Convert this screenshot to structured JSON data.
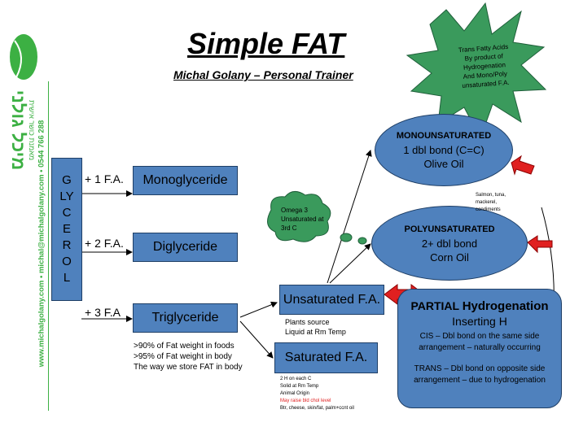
{
  "title": "Simple FAT",
  "subtitle": "Michal Golany – Personal Trainer",
  "logo": {
    "name_hebrew": "מיכל גולני",
    "tagline_hebrew": "מאמנת כושר אישית",
    "contact": "www.michalgolany.com • michal@michalgolany.com • 0544 766 288"
  },
  "glycerol": [
    "G",
    "LY",
    "C",
    "E",
    "R",
    "O",
    "L"
  ],
  "arrows": {
    "one": "+ 1 F.A.",
    "two": "+ 2 F.A.",
    "three": "+ 3 F.A"
  },
  "boxes": {
    "mono": "Monoglyceride",
    "di": "Diglyceride",
    "tri": "Triglyceride",
    "unsat": "Unsaturated F.A.",
    "sat": "Saturated F.A."
  },
  "tri_notes": [
    ">90% of Fat weight in foods",
    ">95% of Fat weight in body",
    "The way we store FAT in body"
  ],
  "unsat_notes": [
    "Plants source",
    "Liquid at Rm Temp"
  ],
  "sat_notes": [
    "2 H on each C",
    "Solid at Rm Temp",
    "Animal Origin",
    "May raise bld chol level",
    "Btr, cheese, skin/fat, palm+ccnt oil"
  ],
  "mono_ellipse": {
    "title": "MONOUNSATURATED",
    "line1": "1 dbl bond (C=C)",
    "line2": "Olive Oil"
  },
  "poly_ellipse": {
    "title": "POLYUNSATURATED",
    "line1": "2+ dbl bond",
    "line2": "Corn Oil"
  },
  "omega": [
    "Omega 3",
    "Unsaturated at",
    "3rd C"
  ],
  "salmon": [
    "Salmon, tuna,",
    "mackerel,",
    "condiments"
  ],
  "star": [
    "Trans Fatty Acids",
    "By product of",
    "Hydrogenation",
    "And Mono/Poly",
    "unsaturated F.A."
  ],
  "hydro": {
    "title_a": "PARTIAL ",
    "title_b": "Hydrogenation",
    "sub": "Inserting H",
    "cis": "CIS – Dbl bond on the same side arrangement – naturally occurring",
    "trans": "TRANS – Dbl bond on opposite side arrangement – due to hydrogenation"
  },
  "colors": {
    "box": "#4f81bd",
    "green": "#3a9a5c",
    "red": "#e02020",
    "logo": "#3cb043"
  }
}
